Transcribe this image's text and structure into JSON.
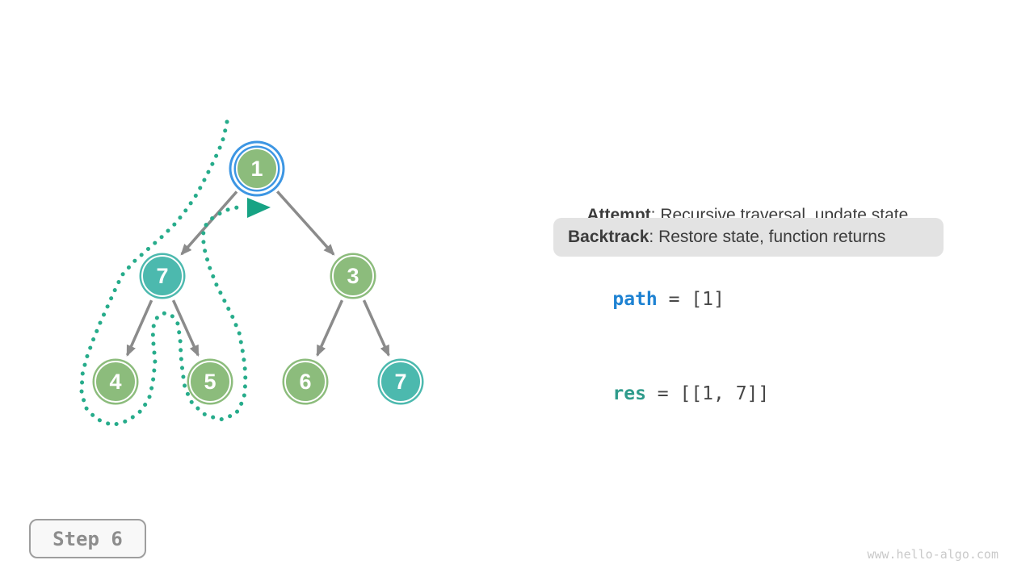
{
  "palette": {
    "node_green": "#8CBC7C",
    "node_teal": "#4CB9AE",
    "highlight_blue": "#3D96E3",
    "trace_green": "#27AC8B",
    "trace_arrow_green": "#17A384",
    "edge_gray": "#8B8B8B",
    "text_dark": "#3C3C3C",
    "backtrack_pill_bg": "#E3E3E3",
    "code_path_blue": "#1E82D2",
    "code_res_teal": "#2E9B8B"
  },
  "tree": {
    "nodes": [
      {
        "label": "1",
        "color": "green",
        "highlighted": true
      },
      {
        "label": "7",
        "color": "teal",
        "highlighted": false
      },
      {
        "label": "3",
        "color": "green",
        "highlighted": false
      },
      {
        "label": "4",
        "color": "green",
        "highlighted": false
      },
      {
        "label": "5",
        "color": "green",
        "highlighted": false
      },
      {
        "label": "6",
        "color": "green",
        "highlighted": false
      },
      {
        "label": "7",
        "color": "teal",
        "highlighted": false
      }
    ],
    "edges": [
      {
        "from": "1",
        "to": "7"
      },
      {
        "from": "1",
        "to": "3"
      },
      {
        "from": "7",
        "to": "4"
      },
      {
        "from": "7",
        "to": "5"
      },
      {
        "from": "3",
        "to": "6"
      },
      {
        "from": "3",
        "to": "7"
      }
    ],
    "trace": "dotted backtracking trail looping around nodes 7, 4, 5 and returning to node 1"
  },
  "legend": {
    "attempt_term": "Attempt",
    "attempt_rest": ": Recursive traversal, update state",
    "backtrack_term": "Backtrack",
    "backtrack_rest": ": Restore state, function returns"
  },
  "state": {
    "path_var": "path",
    "path_rest": " = [1]",
    "res_var": "res",
    "res_rest": " = [[1, 7]]"
  },
  "step": {
    "label": "Step 6"
  },
  "watermark": "www.hello-algo.com"
}
